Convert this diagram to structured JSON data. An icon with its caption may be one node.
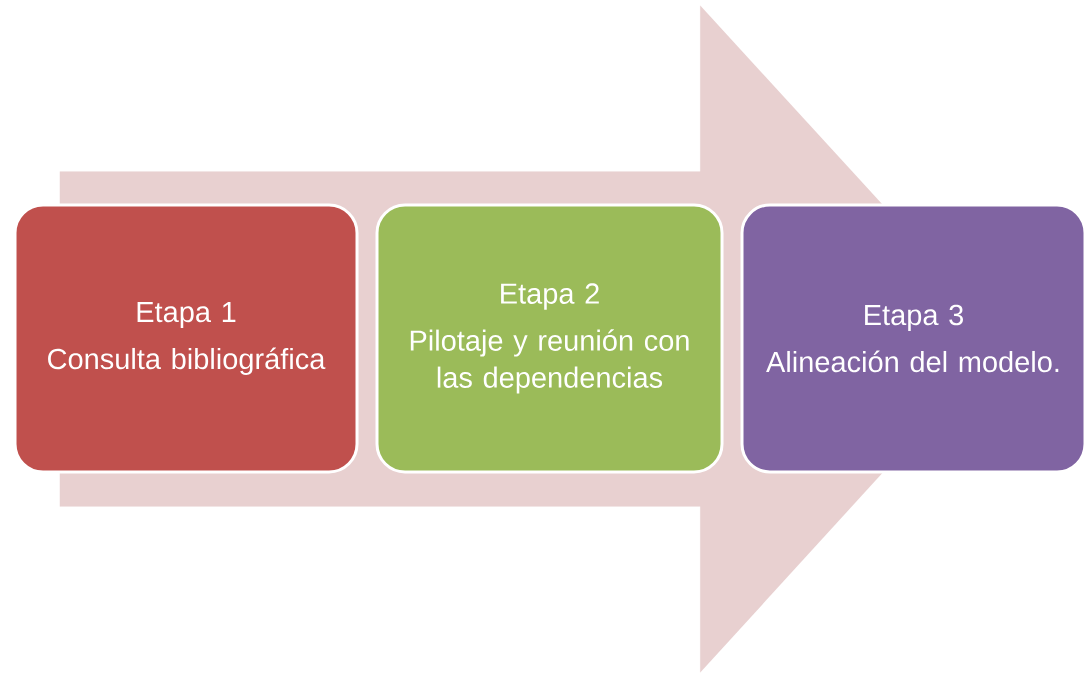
{
  "diagram": {
    "nodes": [
      {
        "text": [
          "Etapa 1",
          "Consulta bibliográfica"
        ]
      },
      {
        "text": [
          "Etapa 2",
          "Pilotaje y reunión con las dependencias"
        ]
      },
      {
        "text": [
          "Etapa 3",
          "Alineación del modelo."
        ]
      }
    ],
    "edges": [
      {
        "from": 0,
        "to": 2,
        "arrow": "to"
      }
    ]
  }
}
